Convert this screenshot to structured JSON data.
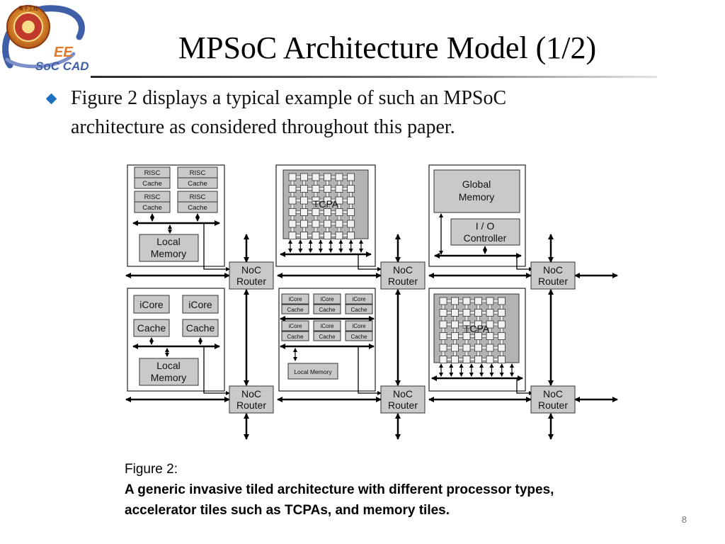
{
  "header": {
    "logo": {
      "icon": "ee-soc-cad-emblem-icon",
      "emblem_text": "電子工程",
      "lines": [
        "EE",
        "SoC CAD"
      ]
    },
    "title": "MPSoC Architecture Model (1/2)"
  },
  "bullets": [
    {
      "icon": "diamond-bullet-icon",
      "lines": [
        "Figure 2 displays a typical example of such an MPSoC",
        "architecture as considered throughout this paper."
      ]
    }
  ],
  "diagram": {
    "risc_tile": {
      "units": [
        {
          "core": "RISC",
          "cache": "Cache"
        },
        {
          "core": "RISC",
          "cache": "Cache"
        },
        {
          "core": "RISC",
          "cache": "Cache"
        },
        {
          "core": "RISC",
          "cache": "Cache"
        }
      ],
      "memory": [
        "Local",
        "Memory"
      ]
    },
    "tcpa_tile_top": {
      "label": "TCPA"
    },
    "global_tile": {
      "memory": [
        "Global",
        "Memory"
      ],
      "io": [
        "I / O",
        "Controller"
      ]
    },
    "icore_tile_left": {
      "units": [
        {
          "core": "iCore",
          "cache": "Cache"
        },
        {
          "core": "iCore",
          "cache": "Cache"
        }
      ],
      "memory": [
        "Local",
        "Memory"
      ]
    },
    "icore_tile_mid": {
      "units": [
        {
          "core": "iCore",
          "cache": "Cache"
        },
        {
          "core": "iCore",
          "cache": "Cache"
        },
        {
          "core": "iCore",
          "cache": "Cache"
        },
        {
          "core": "iCore",
          "cache": "Cache"
        },
        {
          "core": "iCore",
          "cache": "Cache"
        },
        {
          "core": "iCore",
          "cache": "Cache"
        }
      ],
      "memory": "Local Memory"
    },
    "tcpa_tile_bottom": {
      "label": "TCPA"
    },
    "routers": [
      {
        "id": "r1",
        "label": [
          "NoC",
          "Router"
        ]
      },
      {
        "id": "r2",
        "label": [
          "NoC",
          "Router"
        ]
      },
      {
        "id": "r3",
        "label": [
          "NoC",
          "Router"
        ]
      },
      {
        "id": "r4",
        "label": [
          "NoC",
          "Router"
        ]
      },
      {
        "id": "r5",
        "label": [
          "NoC",
          "Router"
        ]
      },
      {
        "id": "r6",
        "label": [
          "NoC",
          "Router"
        ]
      }
    ]
  },
  "caption": {
    "heading": "Figure 2:",
    "lines": [
      "A generic invasive tiled architecture with different processor types,",
      "accelerator tiles such as TCPAs, and memory tiles."
    ]
  },
  "page_number": "8"
}
